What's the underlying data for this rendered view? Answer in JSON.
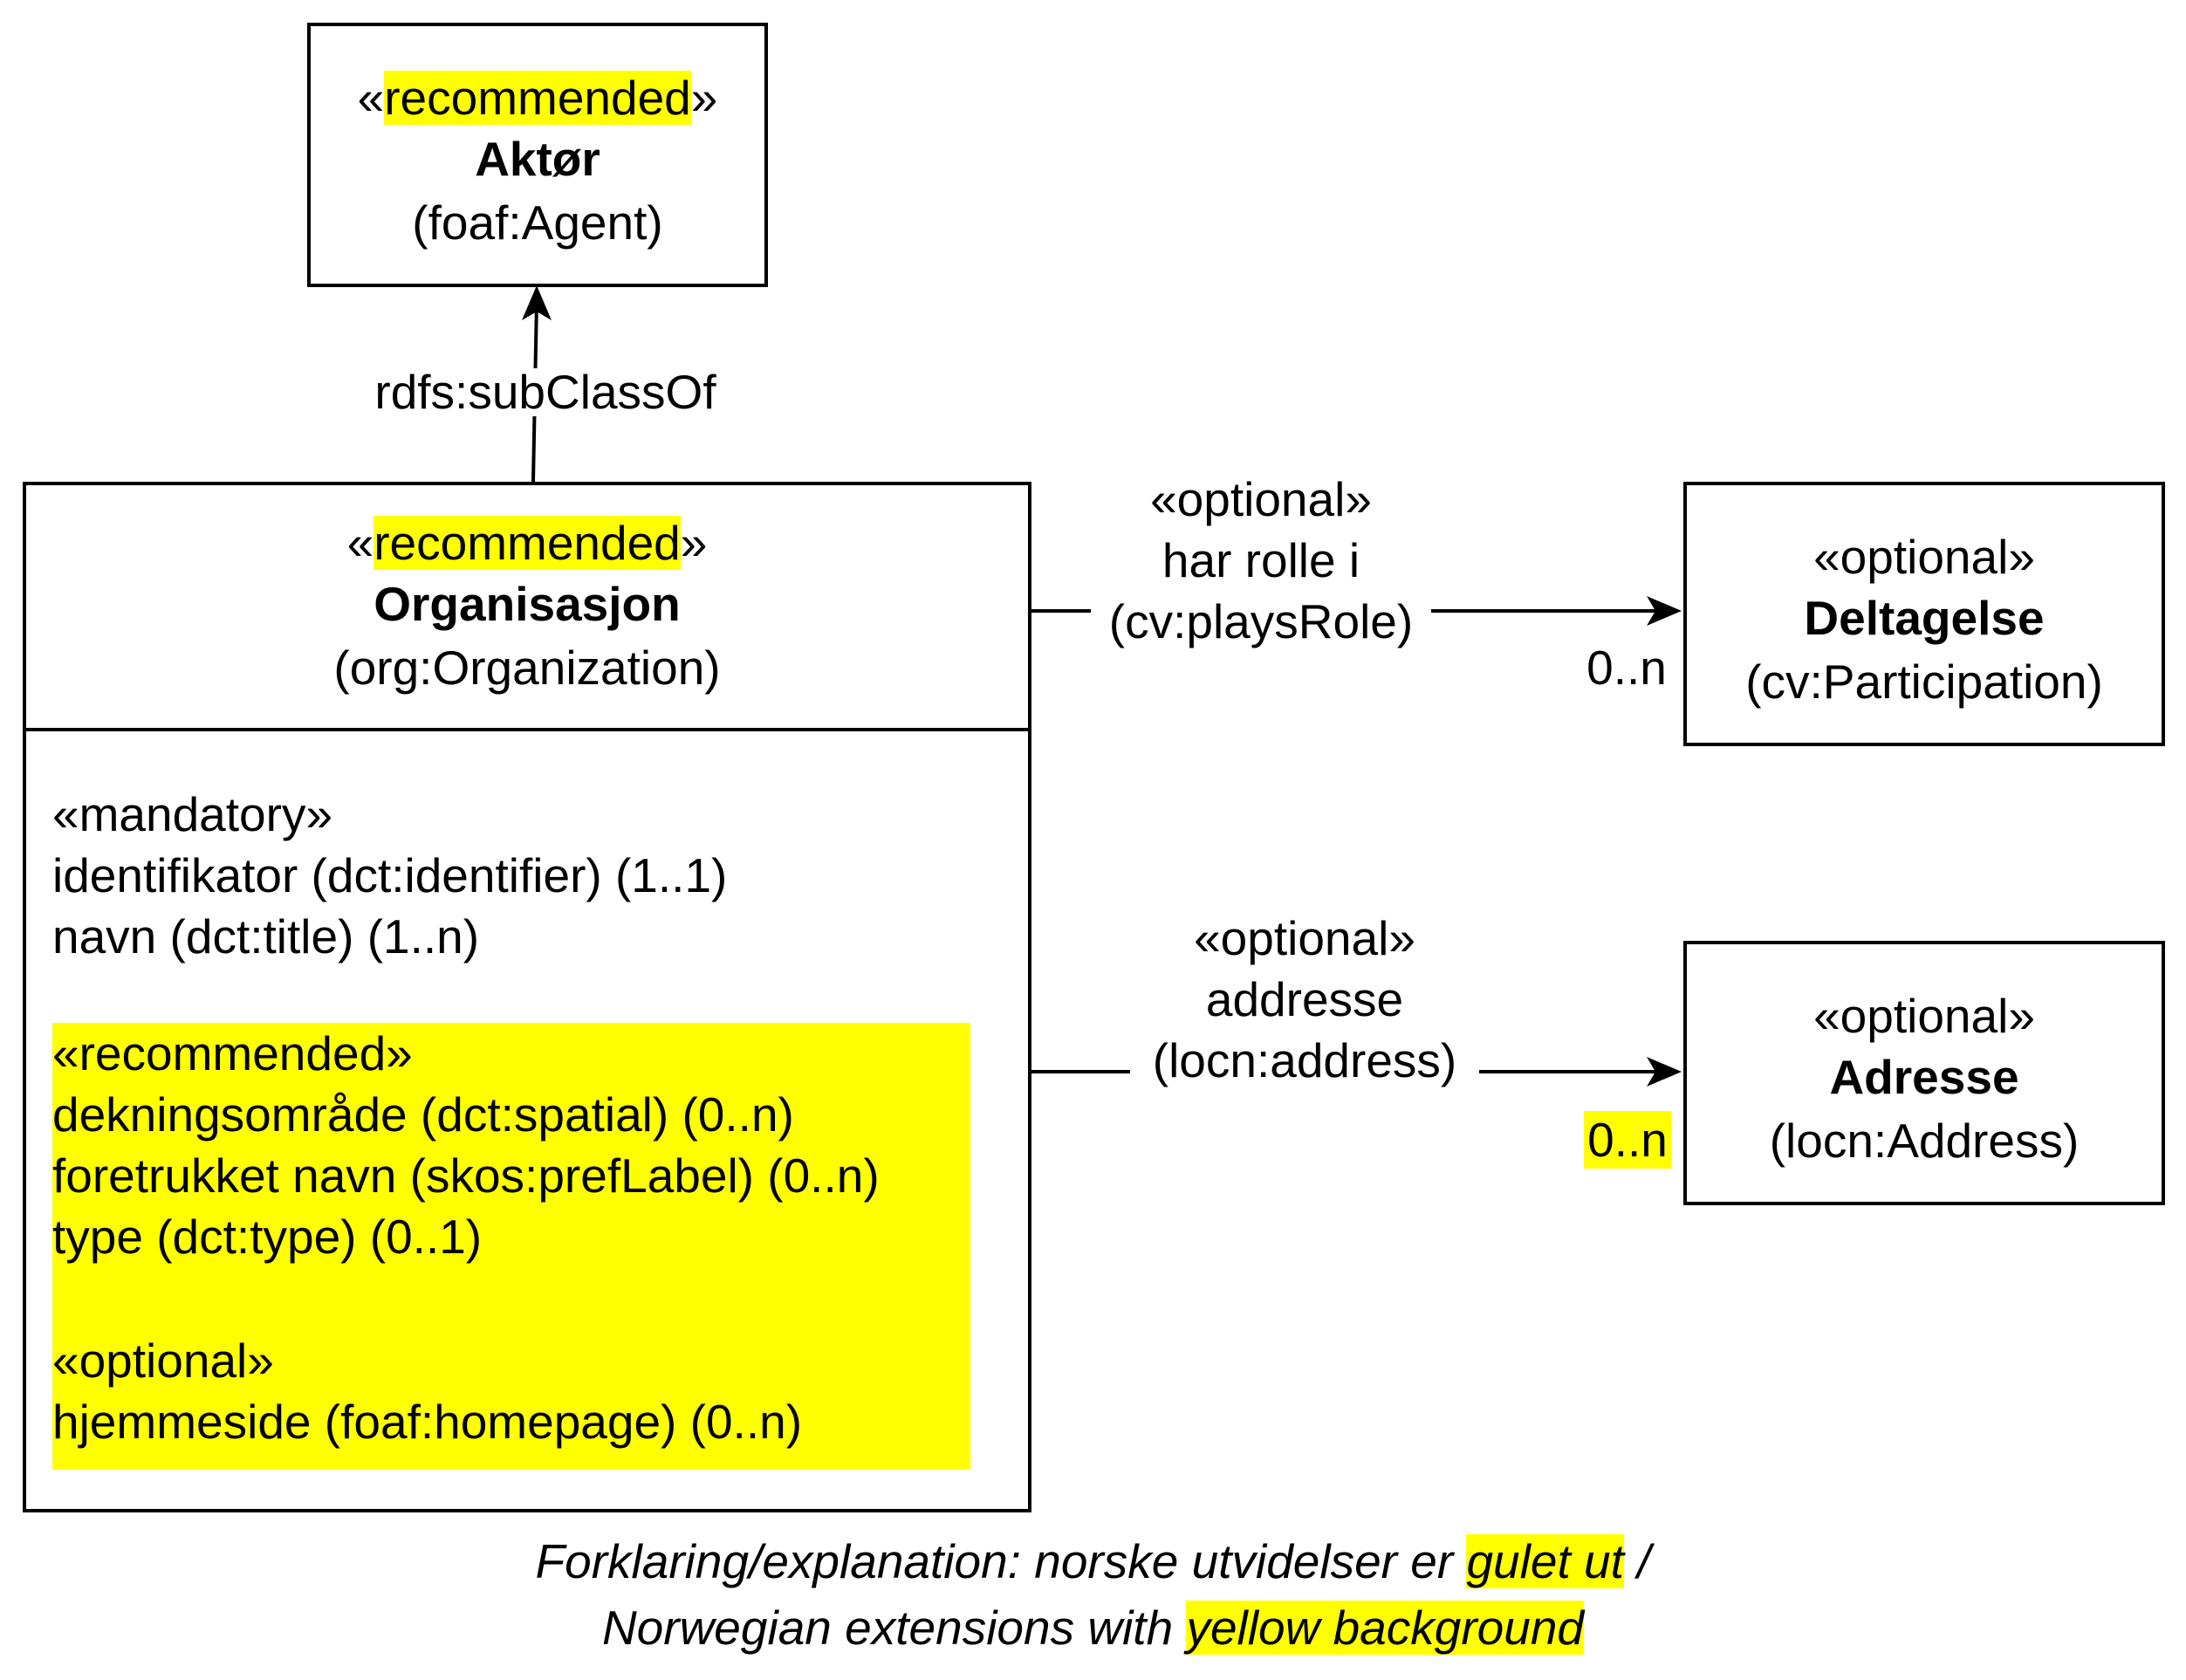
{
  "colors": {
    "highlight": "#ffff00",
    "stroke": "#000000",
    "background": "#ffffff"
  },
  "aktor": {
    "stereotype": "recommended",
    "name": "Aktør",
    "uri": "(foaf:Agent)"
  },
  "subclass_edge": {
    "label": "rdfs:subClassOf"
  },
  "organisasjon": {
    "stereotype": "recommended",
    "name": "Organisasjon",
    "uri": "(org:Organization)",
    "mandatory": {
      "stereotype": "«mandatory»",
      "attributes": [
        "identifikator (dct:identifier) (1..1)",
        "navn (dct:title) (1..n)"
      ]
    },
    "recommended": {
      "stereotype": "«recommended»",
      "attributes": [
        "dekningsområde (dct:spatial) (0..n)",
        "foretrukket navn (skos:prefLabel) (0..n)",
        "type (dct:type) (0..1)"
      ]
    },
    "optional": {
      "stereotype": "«optional»",
      "attributes": [
        "hjemmeside (foaf:homepage) (0..n)"
      ]
    }
  },
  "plays_role_edge": {
    "stereotype": "«optional»",
    "name": "har rolle i",
    "uri": "(cv:playsRole)",
    "multiplicity": "0..n"
  },
  "address_edge": {
    "stereotype": "«optional»",
    "name": "addresse",
    "uri": "(locn:address)",
    "multiplicity": "0..n"
  },
  "deltagelse": {
    "stereotype": "«optional»",
    "name": "Deltagelse",
    "uri": "(cv:Participation)"
  },
  "adresse": {
    "stereotype": "«optional»",
    "name": "Adresse",
    "uri": "(locn:Address)"
  },
  "legend": {
    "line1_prefix": "Forklaring/explanation: norske utvidelser er ",
    "line1_highlight": "gulet ut",
    "line1_suffix": " /",
    "line2_prefix": "Norwegian extensions with ",
    "line2_highlight": "yellow background"
  }
}
